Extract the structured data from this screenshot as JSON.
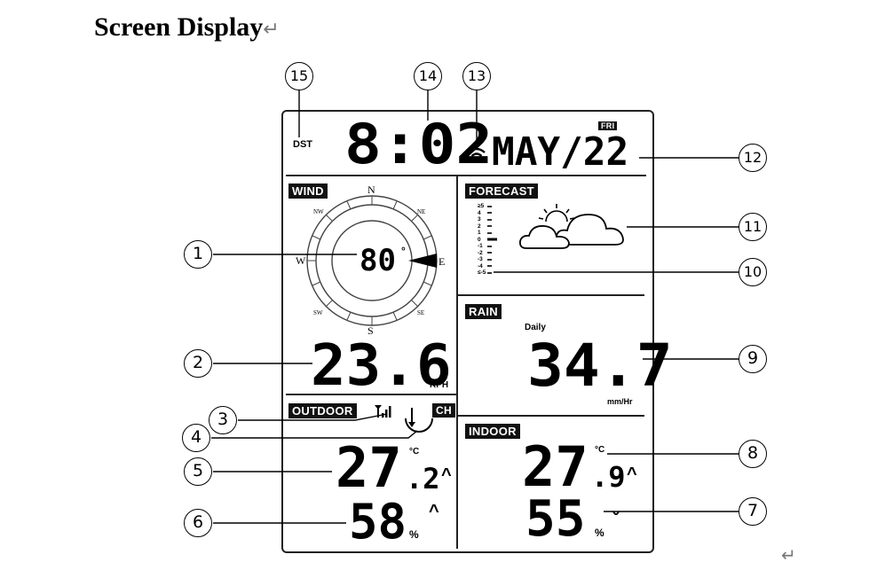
{
  "heading": {
    "text": "Screen Display",
    "return_mark": "↵"
  },
  "end_mark": "↵",
  "top_bar": {
    "dst": "DST",
    "time": "8:02",
    "day": "FRI",
    "date": "MAY/22"
  },
  "wind": {
    "label": "WIND",
    "direction_value": "80",
    "degree_symbol": "°",
    "compass": {
      "n": "N",
      "s": "S",
      "e": "E",
      "w": "W",
      "nw": "NW",
      "ne": "NE",
      "sw": "SW",
      "se": "SE"
    },
    "speed": "23.6",
    "speed_unit": "KPH"
  },
  "forecast": {
    "label": "FORECAST",
    "scale": [
      "≥5",
      "4",
      "3",
      "2",
      "1",
      "0",
      "-1",
      "-2",
      "-3",
      "-4",
      "≤-5"
    ]
  },
  "rain": {
    "label": "RAIN",
    "period": "Daily",
    "value": "34.7",
    "unit": "mm/Hr"
  },
  "outdoor": {
    "label": "OUTDOOR",
    "channel": "CH",
    "temp_int": "27",
    "temp_dec": ".2",
    "temp_unit": "°C",
    "temp_trend": "^",
    "humidity": "58",
    "humidity_unit": "%",
    "humidity_trend": "^"
  },
  "indoor": {
    "label": "INDOOR",
    "temp_int": "27",
    "temp_dec": ".9",
    "temp_unit": "°C",
    "temp_trend": "^",
    "humidity": "55",
    "humidity_unit": "%",
    "humidity_trend": "ˇ"
  },
  "callouts": [
    "1",
    "2",
    "3",
    "4",
    "5",
    "6",
    "7",
    "8",
    "9",
    "10",
    "11",
    "12",
    "13",
    "14",
    "15"
  ]
}
